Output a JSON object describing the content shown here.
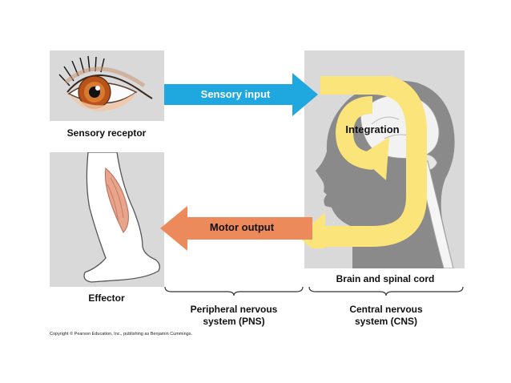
{
  "diagram": {
    "sensory_input_label": "Sensory input",
    "integration_label": "Integration",
    "motor_output_label": "Motor output",
    "sensory_receptor_label": "Sensory receptor",
    "effector_label": "Effector",
    "brain_spinal_cord_label": "Brain and spinal cord",
    "pns_label_line1": "Peripheral nervous",
    "pns_label_line2": "system (PNS)",
    "cns_label_line1": "Central nervous",
    "cns_label_line2": "system (CNS)",
    "copyright": "Copyright © Pearson Education, Inc., publishing as Benjamin Cummings."
  },
  "colors": {
    "panel_gray": "#d9d9d9",
    "sensory_arrow_blue": "#1fa7e0",
    "motor_arrow_orange": "#ec8a5c",
    "integration_yellow": "#fbe57a",
    "head_silhouette": "#8a8a8a",
    "label_text": "#111111"
  },
  "icons": {
    "eye": "eye-illustration",
    "leg": "leg-muscle-illustration",
    "head": "head-silhouette-with-brain"
  }
}
